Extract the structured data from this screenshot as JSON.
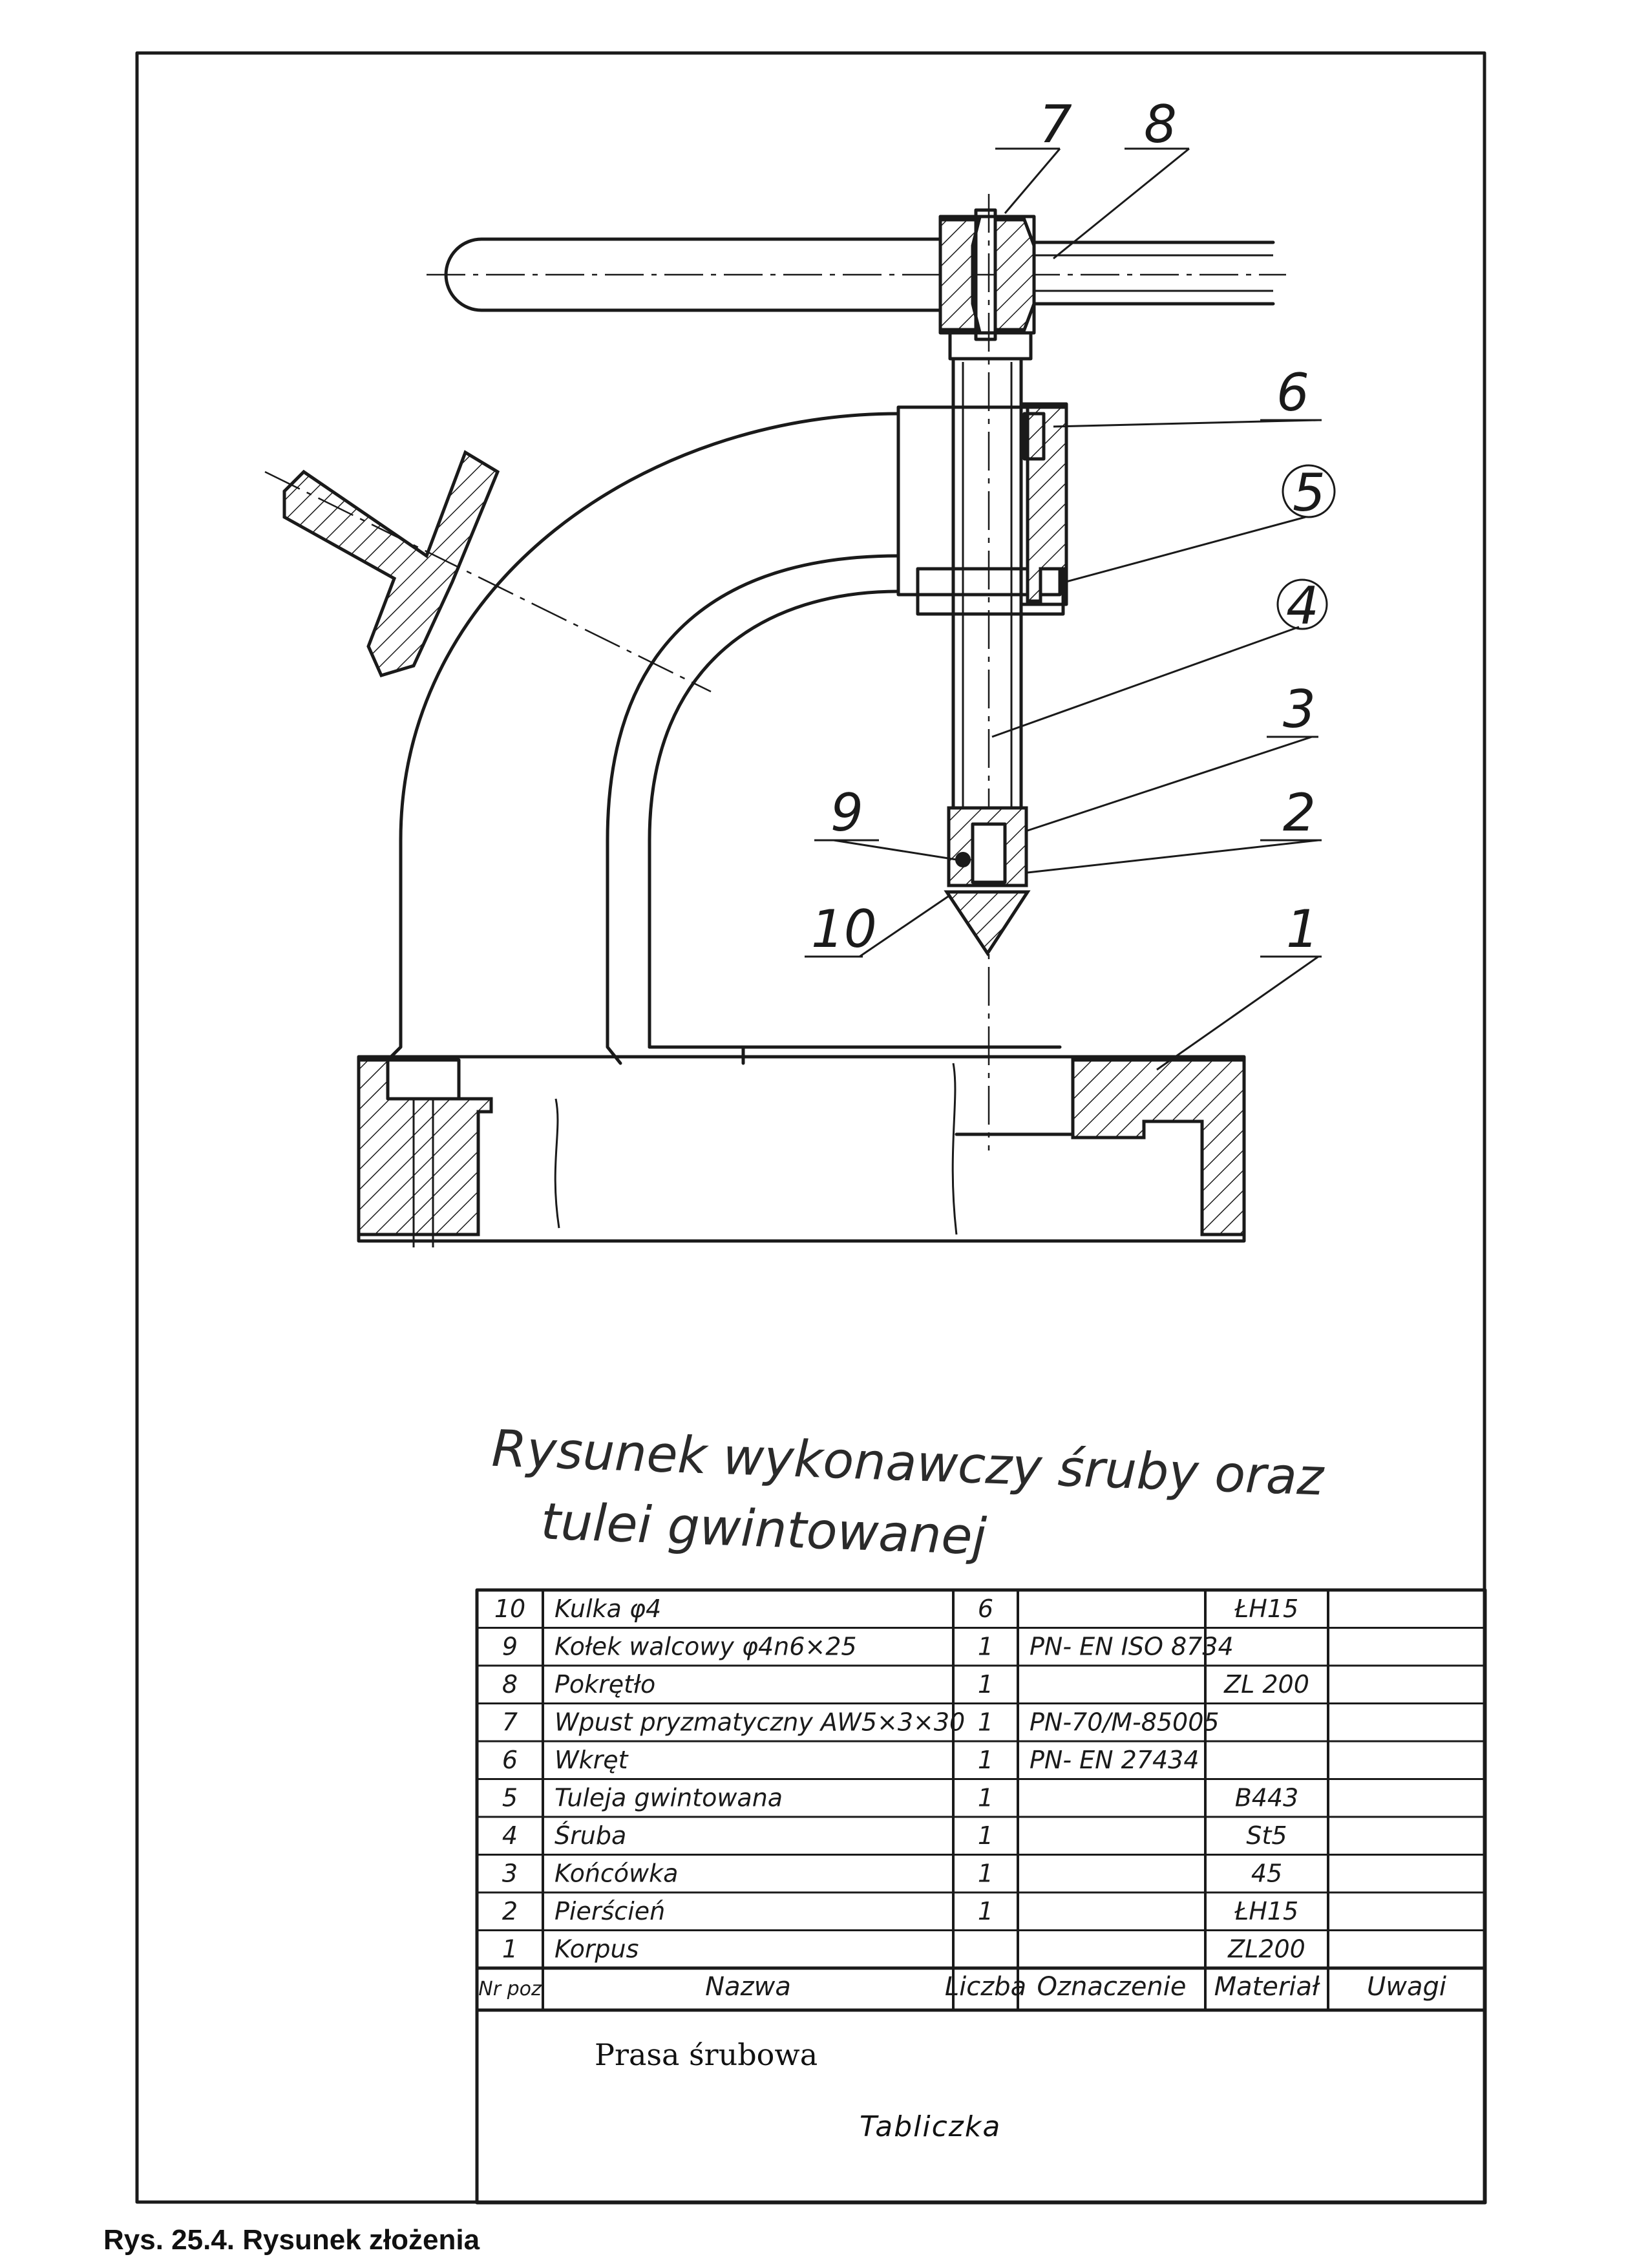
{
  "position_labels": [
    "7",
    "8",
    "6",
    "5",
    "4",
    "3",
    "9",
    "2",
    "10",
    "1"
  ],
  "handwritten_note": [
    "Rysunek wykonawczy śruby oraz",
    "tulei gwintowanej"
  ],
  "parts_table": {
    "headers": [
      "Nr poz",
      "Nazwa",
      "Liczba",
      "Oznaczenie",
      "Materiał",
      "Uwagi"
    ],
    "rows": [
      {
        "nr": "10",
        "nazwa": "Kulka φ4",
        "liczba": "6",
        "oznaczenie": "",
        "material": "ŁH15",
        "uwagi": ""
      },
      {
        "nr": "9",
        "nazwa": "Kołek walcowy φ4n6×25",
        "liczba": "1",
        "oznaczenie": "PN- EN ISO 8734",
        "material": "",
        "uwagi": ""
      },
      {
        "nr": "8",
        "nazwa": "Pokrętło",
        "liczba": "1",
        "oznaczenie": "",
        "material": "ZL 200",
        "uwagi": ""
      },
      {
        "nr": "7",
        "nazwa": "Wpust pryzmatyczny AW5×3×30",
        "liczba": "1",
        "oznaczenie": "PN-70/M-85005",
        "material": "",
        "uwagi": ""
      },
      {
        "nr": "6",
        "nazwa": "Wkręt",
        "liczba": "1",
        "oznaczenie": "PN- EN 27434",
        "material": "",
        "uwagi": ""
      },
      {
        "nr": "5",
        "nazwa": "Tuleja gwintowana",
        "liczba": "1",
        "oznaczenie": "",
        "material": "B443",
        "uwagi": ""
      },
      {
        "nr": "4",
        "nazwa": "Śruba",
        "liczba": "1",
        "oznaczenie": "",
        "material": "St5",
        "uwagi": ""
      },
      {
        "nr": "3",
        "nazwa": "Końcówka",
        "liczba": "1",
        "oznaczenie": "",
        "material": "45",
        "uwagi": ""
      },
      {
        "nr": "2",
        "nazwa": "Pierścień",
        "liczba": "1",
        "oznaczenie": "",
        "material": "ŁH15",
        "uwagi": ""
      },
      {
        "nr": "1",
        "nazwa": "Korpus",
        "liczba": "",
        "oznaczenie": "",
        "material": "ZL200",
        "uwagi": ""
      }
    ]
  },
  "title_block": {
    "title": "Prasa śrubowa",
    "subtitle": "Tabliczka"
  },
  "caption": "Rys. 25.4. Rysunek złożenia"
}
